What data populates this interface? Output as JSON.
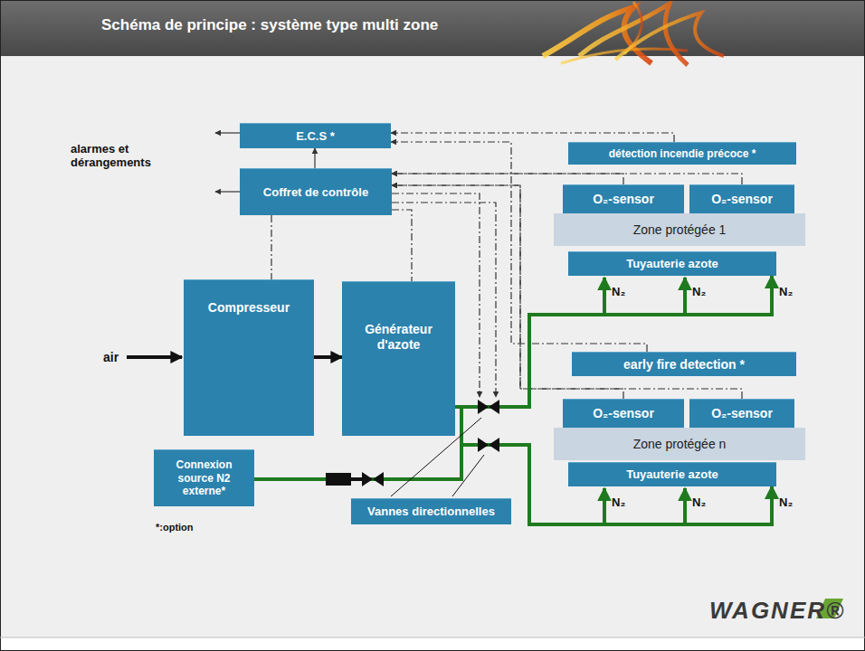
{
  "diagram": {
    "title": "Schéma de principe : système type multi zone",
    "nodes": [
      {
        "text": [
          "E.C.S *"
        ]
      },
      {
        "text": [
          "Coffret de contrôle"
        ]
      },
      {
        "text": [
          "Compresseur"
        ]
      },
      {
        "text": [
          "Générateur d'azote"
        ]
      },
      {
        "text": [
          "Connexion source N2 externe*"
        ]
      },
      {
        "text": [
          "Vannes directionnelles"
        ]
      },
      {
        "text": [
          "détection incendie précoce *"
        ]
      },
      {
        "text": [
          "O₂-sensor"
        ]
      },
      {
        "text": [
          "O₂-sensor"
        ]
      },
      {
        "text": [
          "Zone protégée 1"
        ]
      },
      {
        "text": [
          "Tuyauterie azote"
        ]
      },
      {
        "text": [
          "early fire detection *"
        ]
      },
      {
        "text": [
          "O₂-sensor"
        ]
      },
      {
        "text": [
          "O₂-sensor"
        ]
      },
      {
        "text": [
          "Zone protégée n"
        ]
      },
      {
        "text": [
          "Tuyauterie azote"
        ]
      }
    ],
    "edges": [
      {
        "from": 1,
        "to": 0,
        "arrow": "to"
      },
      {
        "from": 6,
        "to": 0,
        "arrow": "to"
      },
      {
        "from": 11,
        "to": 0,
        "arrow": "to"
      },
      {
        "from": 7,
        "to": 1,
        "arrow": "to"
      },
      {
        "from": 8,
        "to": 1,
        "arrow": "to"
      },
      {
        "from": 12,
        "to": 1,
        "arrow": "to"
      },
      {
        "from": 13,
        "to": 1,
        "arrow": "to"
      },
      {
        "from": 1,
        "to": 2,
        "arrow": "none"
      },
      {
        "from": 1,
        "to": 3,
        "arrow": "none"
      },
      {
        "from": 2,
        "to": 3,
        "arrow": "to"
      },
      {
        "from": 3,
        "to": 10,
        "arrow": "to"
      },
      {
        "from": 3,
        "to": 15,
        "arrow": "to"
      },
      {
        "from": 4,
        "to": 10,
        "arrow": "to"
      },
      {
        "from": 4,
        "to": 15,
        "arrow": "to"
      }
    ],
    "labels": [
      "alarmes et dérangements",
      "air",
      "N₂",
      "N₂",
      "N₂",
      "N₂",
      "N₂",
      "N₂",
      "*:option",
      "WAGNER®"
    ]
  }
}
